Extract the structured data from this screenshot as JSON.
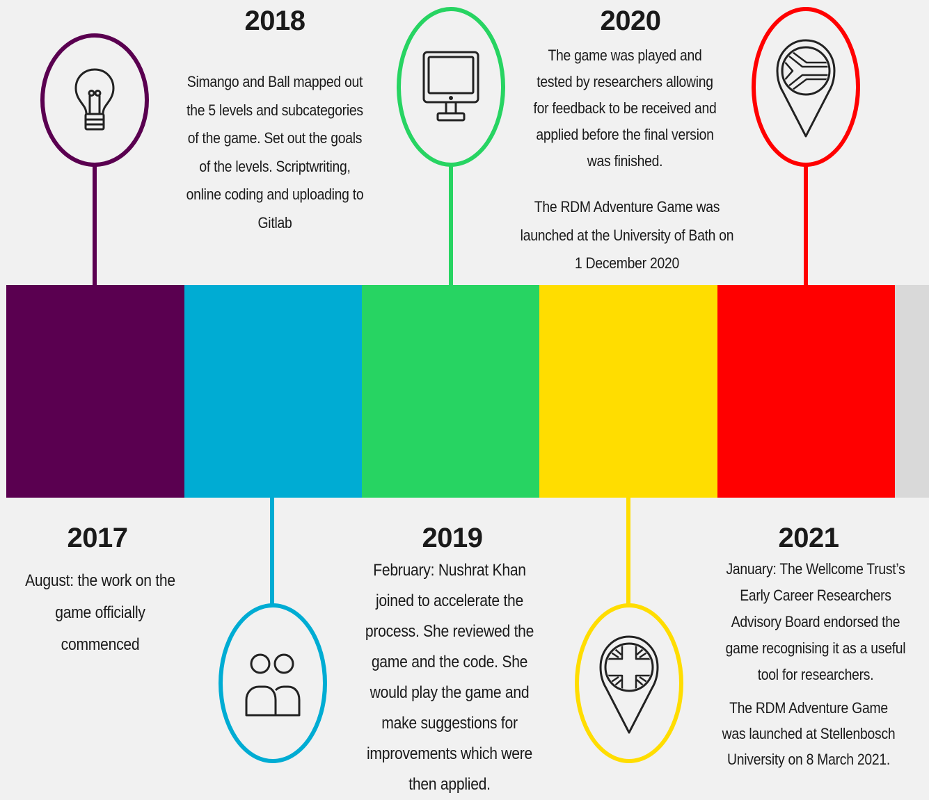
{
  "colors": {
    "purple": "#5a0050",
    "blue": "#00acd3",
    "green": "#27d462",
    "yellow": "#ffdd00",
    "red": "#ff0000",
    "grey": "#d9d9d9"
  },
  "milestones": [
    {
      "year": "2017",
      "icon": "lightbulb-icon",
      "paragraphs": [
        "August: the work on the game officially commenced"
      ]
    },
    {
      "year": "2018",
      "icon": "people-icon",
      "paragraphs": [
        "Simango and Ball mapped out the 5 levels and subcategories of the game. Set out the goals of the levels. Scriptwriting, online coding and uploading to Gitlab"
      ]
    },
    {
      "year": "2019",
      "icon": "computer-monitor-icon",
      "paragraphs": [
        "February: Nushrat Khan joined to accelerate the process. She reviewed the game and the code. She would play the game and make suggestions for improvements which were then applied."
      ]
    },
    {
      "year": "2020",
      "icon": "uk-flag-map-pin-icon",
      "paragraphs": [
        "The game was played and tested by researchers allowing for feedback to be received and applied before the final version was finished.",
        "The RDM Adventure Game was launched at the University of Bath on 1 December 2020"
      ]
    },
    {
      "year": "2021",
      "icon": "south-africa-flag-map-pin-icon",
      "paragraphs": [
        "January: The Wellcome Trust’s Early Career Researchers Advisory Board endorsed the game recognising it as a useful tool for researchers.",
        "The RDM Adventure Game was launched at Stellenbosch University on 8 March 2021."
      ]
    }
  ]
}
